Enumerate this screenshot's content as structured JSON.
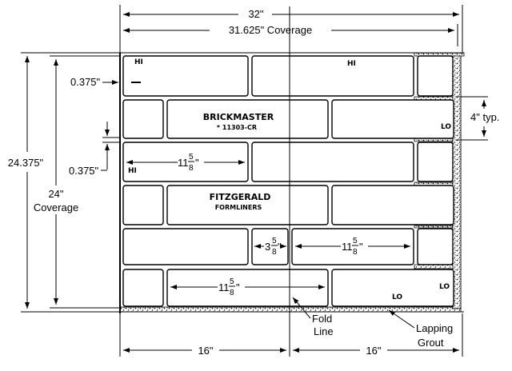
{
  "dimensions": {
    "overall_width": "32\"",
    "coverage_width": "31.625\" Coverage",
    "overall_height": "24.375\"",
    "coverage_height_value": "24\"",
    "coverage_height_word": "Coverage",
    "top_inset": "0.375\"",
    "grout_inset": "0.375\"",
    "course_height": "4\" typ.",
    "brick_length_whole": "11",
    "brick_length_num": "5",
    "brick_length_den": "8",
    "brick_length_unit": "\"",
    "half_brick_whole": "3",
    "half_brick_num": "5",
    "half_brick_den": "8",
    "half_brick_unit": "\"",
    "left_half": "16\"",
    "right_half": "16\""
  },
  "marks": {
    "hi_top_left": "HI",
    "hi_top_right": "HI",
    "hi_left": "HI",
    "lo_right_row2": "LO",
    "lo_right_bottom": "LO",
    "lo_bottom_mid": "LO"
  },
  "branding": {
    "line1": "BRICKMASTER",
    "line2": "* 11303-CR",
    "line3": "FITZGERALD",
    "line4": "FORMLINERS"
  },
  "callouts": {
    "fold_line_1": "Fold",
    "fold_line_2": "Line",
    "lapping_grout_1": "Lapping",
    "lapping_grout_2": "Grout"
  }
}
